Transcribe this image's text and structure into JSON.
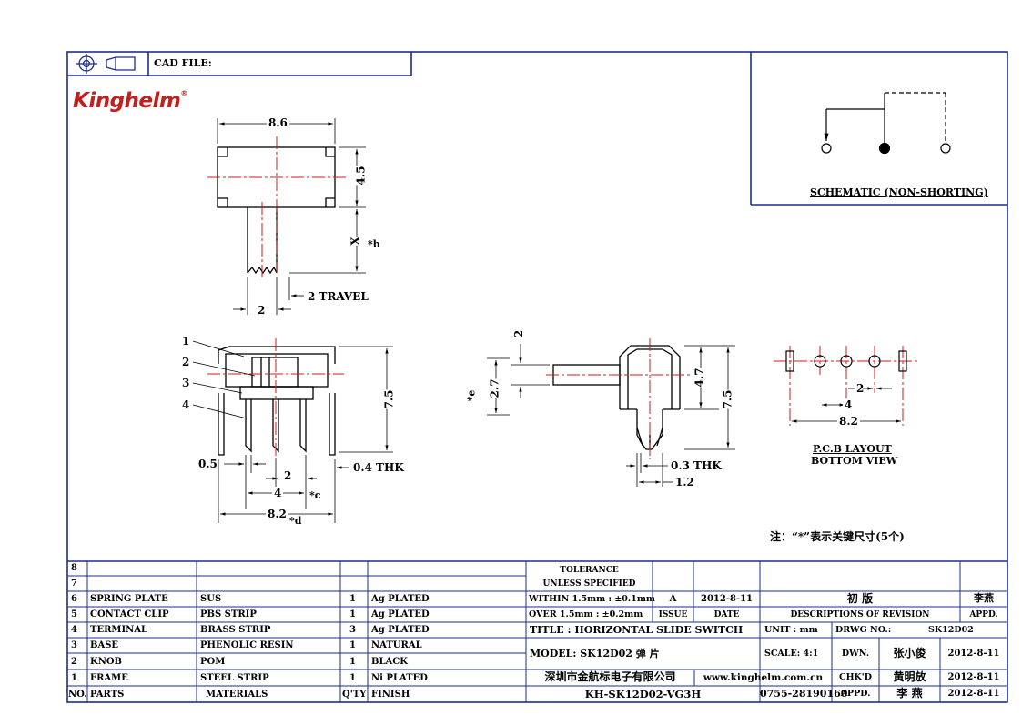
{
  "header": {
    "cad_file_label": "CAD FILE:",
    "brand": "Kinghelm",
    "brand_mark": "®"
  },
  "colors": {
    "frame_blue": "#1b2f8f",
    "brand_red": "#c0201e",
    "centerline_red": "#d21a1a"
  },
  "schematic": {
    "title": "SCHEMATIC (NON-SHORTING)"
  },
  "top_view": {
    "width_dim": "8.6",
    "height_dim": "4.5",
    "lever_dim": "X",
    "lever_note": "*b",
    "lever_width": "2",
    "travel": "2 TRAVEL"
  },
  "front_view": {
    "callouts": [
      "1",
      "2",
      "3",
      "4"
    ],
    "height_dim": "7.5",
    "pin_width": "0.5",
    "pitch": "2",
    "thickness": "0.4 THK",
    "span_4": "4",
    "note_c": "*c",
    "span_8_2": "8.2",
    "note_d": "*d"
  },
  "side_view": {
    "dim_top": "2",
    "dim_2_7": "2.7",
    "note_e": "*e",
    "dim_4_7": "4.7",
    "dim_7_5": "7.5",
    "thickness": "0.3 THK",
    "dim_1_2": "1.2"
  },
  "pcb": {
    "pitch": "2",
    "span_4": "4",
    "span_8_2": "8.2",
    "title": "P.C.B LAYOUT",
    "subtitle": "BOTTOM VIEW"
  },
  "note": "注：“*”表示关键尺寸(5个)",
  "parts": {
    "header": {
      "no": "NO.",
      "part": "PARTS",
      "material": "MATERIALS",
      "qty": "Q'TY",
      "finish": "FINISH"
    },
    "rows": [
      {
        "no": "8",
        "part": "",
        "material": "",
        "qty": "",
        "finish": ""
      },
      {
        "no": "7",
        "part": "",
        "material": "",
        "qty": "",
        "finish": ""
      },
      {
        "no": "6",
        "part": "SPRING PLATE",
        "material": "SUS",
        "qty": "1",
        "finish": "Ag PLATED"
      },
      {
        "no": "5",
        "part": "CONTACT CLIP",
        "material": "PBS STRIP",
        "qty": "1",
        "finish": "Ag PLATED"
      },
      {
        "no": "4",
        "part": "TERMINAL",
        "material": "BRASS STRIP",
        "qty": "3",
        "finish": "Ag PLATED"
      },
      {
        "no": "3",
        "part": "BASE",
        "material": "PHENOLIC RESIN",
        "qty": "1",
        "finish": "NATURAL"
      },
      {
        "no": "2",
        "part": "KNOB",
        "material": "POM",
        "qty": "1",
        "finish": "BLACK"
      },
      {
        "no": "1",
        "part": "FRAME",
        "material": "STEEL STRIP",
        "qty": "1",
        "finish": "Ni PLATED"
      }
    ]
  },
  "title_block": {
    "tolerance_1": "TOLERANCE",
    "tolerance_2": "UNLESS  SPECIFIED",
    "within": "WITHIN 1.5mm : ±0.1mm",
    "over": "OVER 1.5mm : ±0.2mm",
    "issue_val": "A",
    "issue_date": "2012-8-11",
    "revision_desc": "初  版",
    "revision_appd": "李燕",
    "issue_label": "ISSUE",
    "date_label": "DATE",
    "descriptions_label": "DESCRIPTIONS OF REVISION",
    "appd_label": "APPD.",
    "title": "TITLE :  HORIZONTAL SLIDE SWITCH",
    "unit": "UNIT : mm",
    "drwg_label": "DRWG NO.:",
    "drwg_no": "SK12D02",
    "model": "MODEL:  SK12D02  弹 片",
    "scale": "SCALE:  4:1",
    "dwn_label": "DWN.",
    "dwn_name": "张小俊",
    "dwn_date": "2012-8-11",
    "company": "深圳市金航标电子有限公司",
    "website": "www.kinghelm.com.cn",
    "chkd_label": "CHK'D",
    "chkd_name": "黄明放",
    "chkd_date": "2012-8-11",
    "part_no": "KH-SK12D02-VG3H",
    "phone": "0755-28190160",
    "appd2_label": "APPD.",
    "appd2_name": "李 燕",
    "appd2_date": "2012-8-11"
  }
}
